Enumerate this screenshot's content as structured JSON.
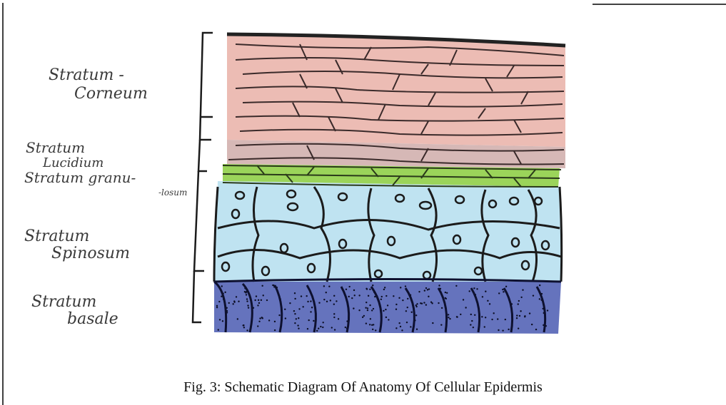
{
  "labels": {
    "corneum_1": "Stratum -",
    "corneum_2": "Corneum",
    "lucidum_1": "Stratum",
    "lucidum_2": "Lucidium",
    "granulosum_1": "Stratum granu-",
    "granulosum_2": "-losum",
    "spinosum_1": "Stratum",
    "spinosum_2": "Spinosum",
    "basale_1": "Stratum",
    "basale_2": "basale"
  },
  "caption": "Fig. 3: Schematic Diagram Of Anatomy Of Cellular Epidermis",
  "colors": {
    "corneum": "#ecbcb4",
    "lucidum": "#d6b8b6",
    "granulosum": "#9bd45a",
    "spinosum": "#bfe3f1",
    "basale": "#4a5ab2",
    "ink": "#1b1b1b"
  }
}
